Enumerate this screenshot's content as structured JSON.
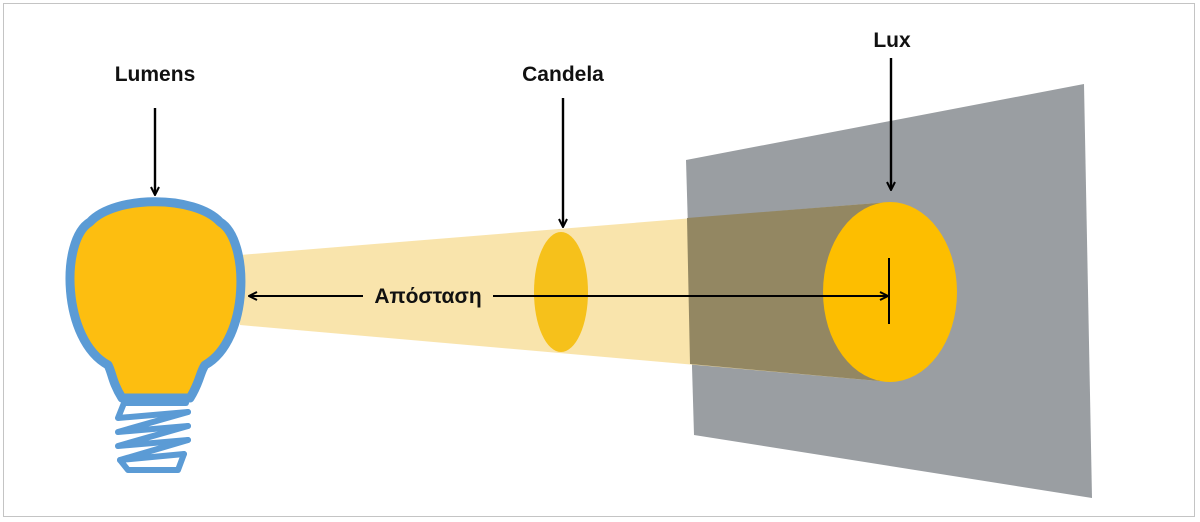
{
  "labels": {
    "lumens": "Lumens",
    "candela": "Candela",
    "lux": "Lux",
    "distance": "Απόσταση"
  },
  "colors": {
    "bulb_fill": "#FDBE10",
    "bulb_outline": "#5B9BD5",
    "beam": "#F8E2A5",
    "candela_disc": "#F6C11B",
    "surface": "#9A9EA2",
    "surface_overlap": "#938762",
    "lux_disc": "#FDBE00",
    "arrow": "#000000",
    "frame_border": "#C4C4C4"
  }
}
